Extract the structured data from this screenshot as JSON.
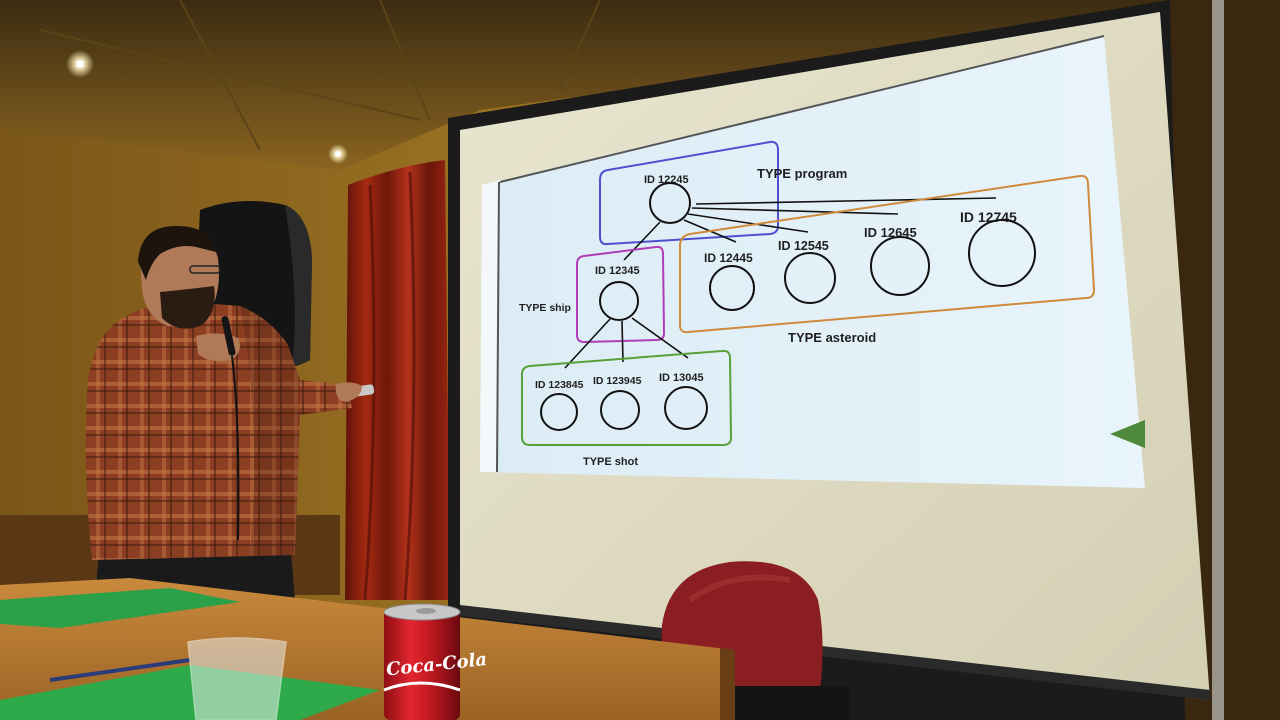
{
  "slide": {
    "program": {
      "id": "ID 12245",
      "type_label": "TYPE program",
      "color": "#4f4fd0"
    },
    "ship": {
      "id": "ID 12345",
      "type_label": "TYPE ship",
      "color": "#b03cb8"
    },
    "asteroid": {
      "type_label": "TYPE asteroid",
      "color": "#d08a3c",
      "ids": [
        "ID 12445",
        "ID 12545",
        "ID 12645",
        "ID 12745"
      ]
    },
    "shot": {
      "type_label": "TYPE shot",
      "color": "#5aa03a",
      "ids": [
        "ID 123845",
        "ID 123945",
        "ID 13045"
      ]
    }
  },
  "can": {
    "brand": "Coca-Cola",
    "color": "#d8202a"
  }
}
